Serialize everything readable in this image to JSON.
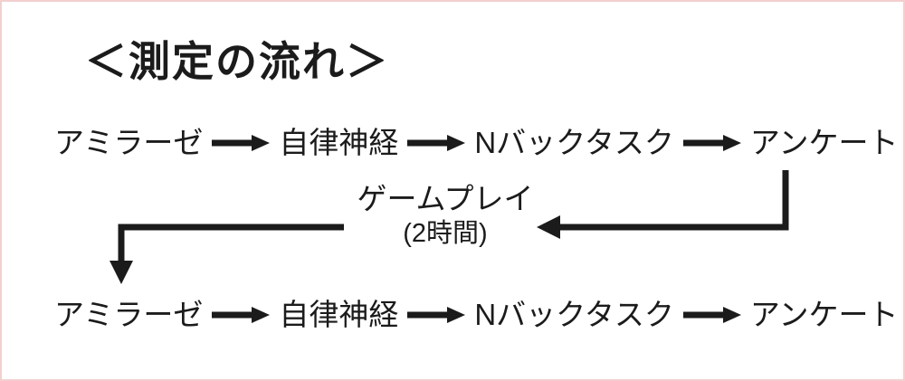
{
  "canvas": {
    "background": "#ffffff",
    "border_color": "#f3cfcf",
    "ink": "#1b1b1b"
  },
  "title": "＜測定の流れ＞",
  "flow": {
    "top_row": {
      "steps": [
        "アミラーゼ",
        "自律神経",
        "Nバックタスク",
        "アンケート"
      ]
    },
    "middle": {
      "label": "ゲームプレイ",
      "duration": "(2時間)"
    },
    "bottom_row": {
      "steps": [
        "アミラーゼ",
        "自律神経",
        "Nバックタスク",
        "アンケート"
      ]
    }
  }
}
